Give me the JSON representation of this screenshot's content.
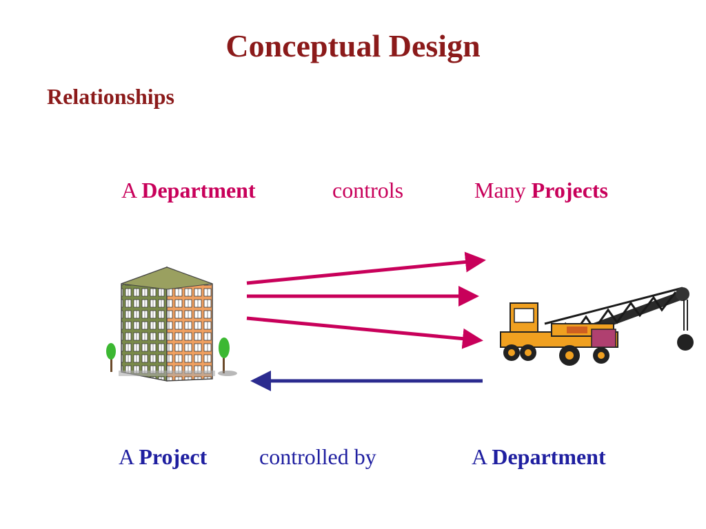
{
  "slide": {
    "title": "Conceptual Design",
    "subtitle": "Relationships"
  },
  "top_sentence": {
    "article": "A",
    "subject": "Department",
    "verb": "controls",
    "quantifier": "Many",
    "object": "Projects"
  },
  "bottom_sentence": {
    "article": "A",
    "subject": "Project",
    "verb": "controlled by",
    "article2": "A",
    "object": "Department"
  },
  "colors": {
    "title": "#8b1a1a",
    "forward_arrows": "#c8005a",
    "reverse_arrow": "#2b2b8f"
  },
  "icons": {
    "left": "office-building-icon",
    "right": "crane-truck-icon"
  }
}
